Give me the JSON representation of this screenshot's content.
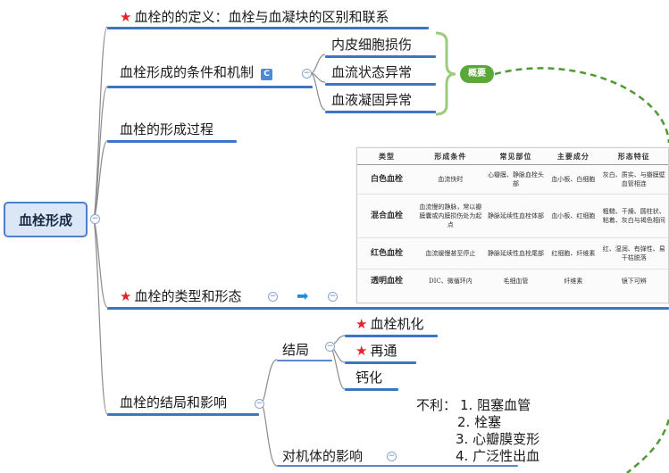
{
  "root": {
    "label": "血栓形成"
  },
  "branches": {
    "definition": {
      "label": "血栓的的定义：血栓与血凝块的区别和联系",
      "starred": true
    },
    "conditions": {
      "label": "血栓形成的条件和机制",
      "badge": "C",
      "children": [
        "内皮细胞损伤",
        "血流状态异常",
        "血液凝固异常"
      ],
      "summary_label": "概要"
    },
    "process": {
      "label": "血栓的形成过程"
    },
    "types": {
      "label": "血栓的类型和形态",
      "starred": true,
      "table": {
        "headers": [
          "类型",
          "形成条件",
          "常见部位",
          "主要成分",
          "形态特征"
        ],
        "rows": [
          [
            "白色血栓",
            "血流快时",
            "心瓣膜、静脉血栓头部",
            "血小板、白细胞",
            "灰白、质实、与瓣膜壁血管相连"
          ],
          [
            "混合血栓",
            "血流慢的静脉，常以瓣膜囊或内膜损伤处为起点",
            "静脉延续性血栓体部",
            "血小板、红细胞",
            "粗糙、干燥、圆柱状、粘着、灰白与褐色相间"
          ],
          [
            "红色血栓",
            "血流缓慢甚至停止",
            "静脉延续性血栓尾部",
            "红细胞、纤维素",
            "红、湿润、有弹性、易干枯脱落"
          ],
          [
            "透明血栓",
            "DIC、微循环内",
            "毛细血管",
            "纤维素",
            "镜下可辨"
          ]
        ]
      }
    },
    "outcome": {
      "label": "血栓的结局和影响",
      "fate": {
        "label": "结局",
        "children": [
          {
            "label": "血栓机化",
            "starred": true
          },
          {
            "label": "再通",
            "starred": true
          },
          {
            "label": "钙化",
            "starred": false
          }
        ]
      },
      "effect": {
        "label": "对机体的影响",
        "note_prefix": "不利：",
        "items": [
          "1. 阻塞血管",
          "2. 栓塞",
          "3. 心瓣膜变形",
          "4. 广泛性出血"
        ]
      }
    }
  },
  "colors": {
    "line_blue": "#3d74c4",
    "branch_gray": "#8c8c8c",
    "summary_green": "#5aa83a",
    "star_red": "#e8202a"
  }
}
